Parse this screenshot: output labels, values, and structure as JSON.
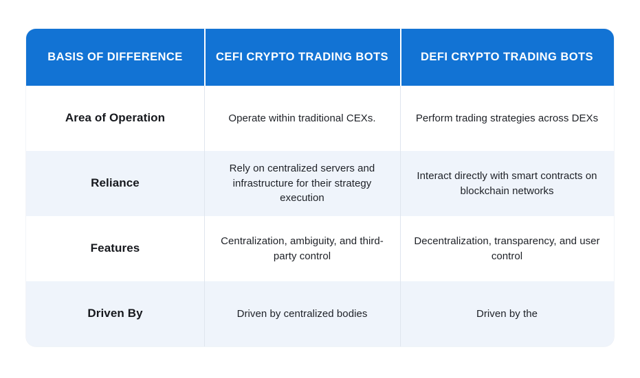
{
  "table": {
    "headers": [
      {
        "label": "BASIS OF DIFFERENCE",
        "name": "basis-of-difference"
      },
      {
        "label": "CEFI CRYPTO TRADING BOTS",
        "name": "cefi-crypto-trading-bots"
      },
      {
        "label": "DEFI CRYPTO TRADING BOTS",
        "name": "defi-crypto-trading-bots"
      }
    ],
    "rows": [
      {
        "basis": "Area of Operation",
        "cefi": "Operate within traditional CEXs.",
        "defi": "Perform trading strategies across DEXs"
      },
      {
        "basis": "Reliance",
        "cefi": "Rely on centralized servers and infrastructure for their strategy execution",
        "defi": "Interact directly with smart contracts on blockchain networks"
      },
      {
        "basis": "Features",
        "cefi": "Centralization, ambiguity, and third-party control",
        "defi": "Decentralization, transparency, and user control"
      },
      {
        "basis": "Driven By",
        "cefi": "Driven by centralized bodies",
        "defi": "Driven by the"
      }
    ]
  },
  "colors": {
    "header_background": "#1273d4",
    "header_text": "#ffffff",
    "row_light": "#ffffff",
    "row_tint": "#eff4fb",
    "body_text": "#1d2026",
    "divider": "#dfe5ee",
    "page_background": "#ffffff"
  }
}
